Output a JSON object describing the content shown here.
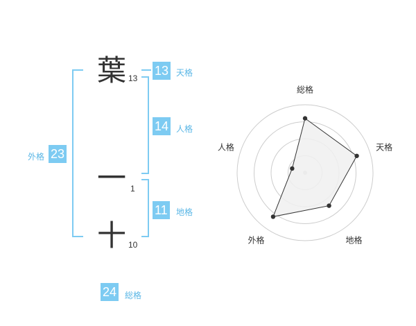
{
  "name_chars": [
    {
      "char": "葉",
      "strokes": "13"
    },
    {
      "char": "一",
      "strokes": "1"
    },
    {
      "char": "十",
      "strokes": "10"
    }
  ],
  "kakusu": {
    "tenkaku": {
      "value": "13",
      "label": "天格"
    },
    "jinkaku": {
      "value": "14",
      "label": "人格"
    },
    "chikaku": {
      "value": "11",
      "label": "地格"
    },
    "gaikaku": {
      "value": "23",
      "label": "外格"
    },
    "soukaku": {
      "value": "24",
      "label": "総格"
    }
  },
  "chart_data": {
    "type": "radar",
    "axes": [
      "総格",
      "天格",
      "地格",
      "外格",
      "人格"
    ],
    "values": [
      4,
      4,
      3,
      4,
      1
    ],
    "rmax": 5,
    "rings": 4,
    "colors": {
      "fill": "#f0f0f0",
      "line": "#333333",
      "grid": "#cccccc",
      "center": "#cccccc"
    }
  }
}
